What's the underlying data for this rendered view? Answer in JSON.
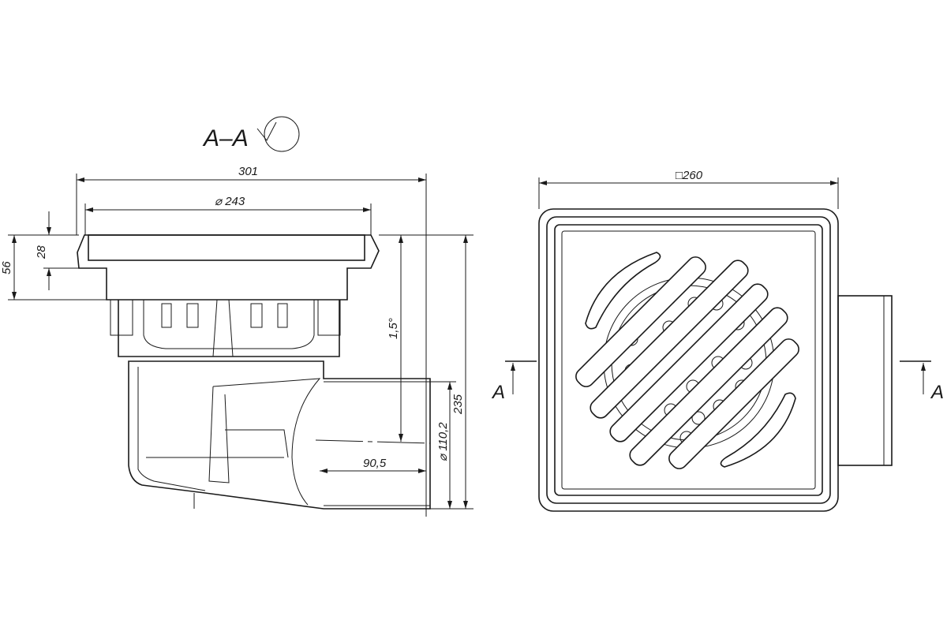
{
  "section_title": "A–A",
  "section_view": {
    "dimensions": {
      "overall_width": "301",
      "grate_diameter": "⌀ 243",
      "flange_height": "56",
      "grate_height": "28",
      "slope": "1,5°",
      "outlet_diameter": "⌀ 110,2",
      "overall_height": "235",
      "outlet_offset": "90,5"
    }
  },
  "plan_view": {
    "dimensions": {
      "square_size": "□260"
    },
    "section_marks": [
      "A",
      "A"
    ]
  }
}
